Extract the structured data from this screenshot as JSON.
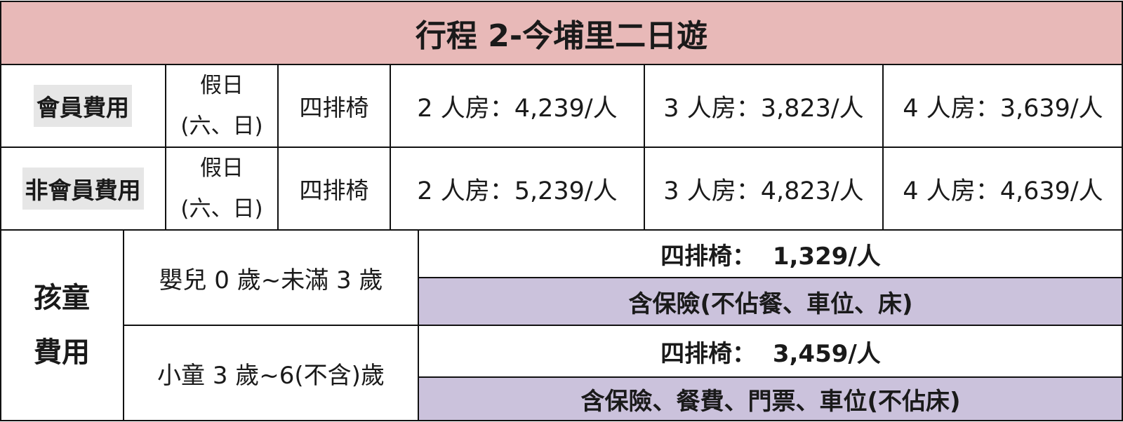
{
  "title": "行程 2-今埔里二日遊",
  "member": {
    "label": "會員費用",
    "day_line1": "假日",
    "day_line2": "(六、日)",
    "seat": "四排椅",
    "prices": [
      "2 人房：4,239/人",
      "3 人房：3,823/人",
      "4 人房：3,639/人"
    ]
  },
  "non_member": {
    "label": "非會員費用",
    "day_line1": "假日",
    "day_line2": "(六、日)",
    "seat": "四排椅",
    "prices": [
      "2 人房：5,239/人",
      "3 人房：4,823/人",
      "4 人房：4,639/人"
    ]
  },
  "child": {
    "label_line1": "孩童",
    "label_line2": "費用",
    "infant": {
      "age": "嬰兒 0 歲~未滿 3 歲",
      "price": "四排椅：  1,329/人",
      "note": "含保險(不佔餐、車位、床)"
    },
    "toddler": {
      "age": "小童 3 歲~6(不含)歲",
      "price": "四排椅：  3,459/人",
      "note": "含保險、餐費、門票、車位(不佔床)"
    }
  },
  "colors": {
    "title_bg": "#e8b9b8",
    "note_bg": "#cbc2dc",
    "label_bg": "#e6e6e6"
  }
}
